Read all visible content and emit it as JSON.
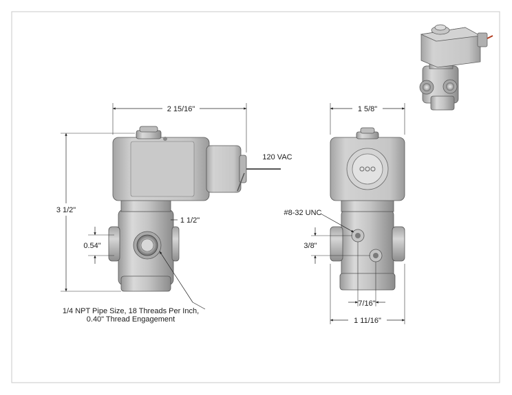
{
  "drawing": {
    "side_view": {
      "overall_width": "2 15/16\"",
      "overall_height": "3 1/2\"",
      "body_height": "1 1/2\"",
      "port_offset": "0.54\"",
      "voltage": "120 VAC",
      "port_note_line1": "1/4 NPT Pipe Size, 18 Threads Per Inch,",
      "port_note_line2": "0.40\" Thread Engagement"
    },
    "front_view": {
      "coil_width": "1 5/8\"",
      "mount_hole": "#8-32 UNC",
      "hole_spacing_v": "3/8\"",
      "hole_spacing_h": "7/16\"",
      "body_width": "1 11/16\""
    }
  }
}
